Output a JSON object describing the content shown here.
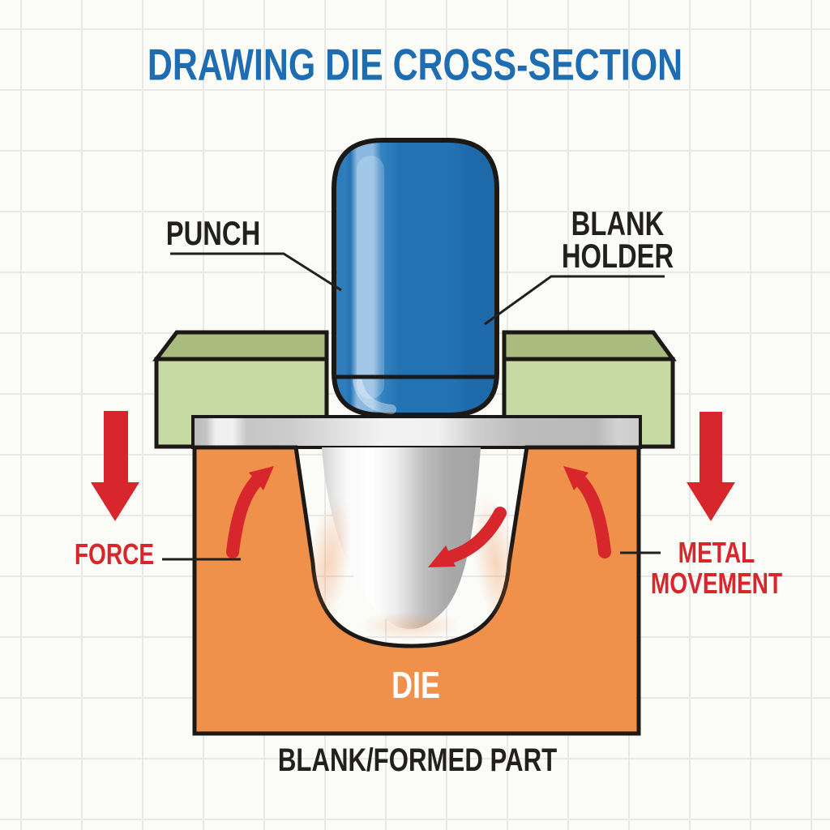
{
  "title": "DRAWING DIE CROSS-SECTION",
  "labels": {
    "punch": "PUNCH",
    "blank_holder": [
      "BLANK",
      "HOLDER"
    ],
    "force": "FORCE",
    "metal_movement": [
      "METAL",
      "MOVEMENT"
    ],
    "die": "DIE",
    "blank_formed_part": "BLANK/FORMED PART"
  },
  "components": {
    "punch": "blue cylindrical punch with rounded ends",
    "blank_holder": "green blank holder blocks left and right",
    "blank_sheet": "gray metal blank sheet clamped under holders",
    "die": "orange die block with U-shaped cavity",
    "formed_part": "gray metal part drawn into die cavity",
    "force_arrows": "red downward arrows on both sides",
    "metal_movement_arrows": "red curved arrows showing metal flow"
  },
  "colors": {
    "background": "#fbfbf8",
    "grid_line": "#e7e8e7",
    "title_blue": "#1e6cb2",
    "label_black": "#221f1f",
    "annotation_red": "#d7262c",
    "punch_blue": "#2273b4",
    "punch_highlight": "#8ab8e0",
    "holder_top_green": "#a9bc7d",
    "holder_front_green": "#c6daa3",
    "die_orange": "#f0914b",
    "sheet_gray": "#c9c9c9",
    "die_label_white": "#ffffff",
    "outline_black": "#1b1815"
  }
}
